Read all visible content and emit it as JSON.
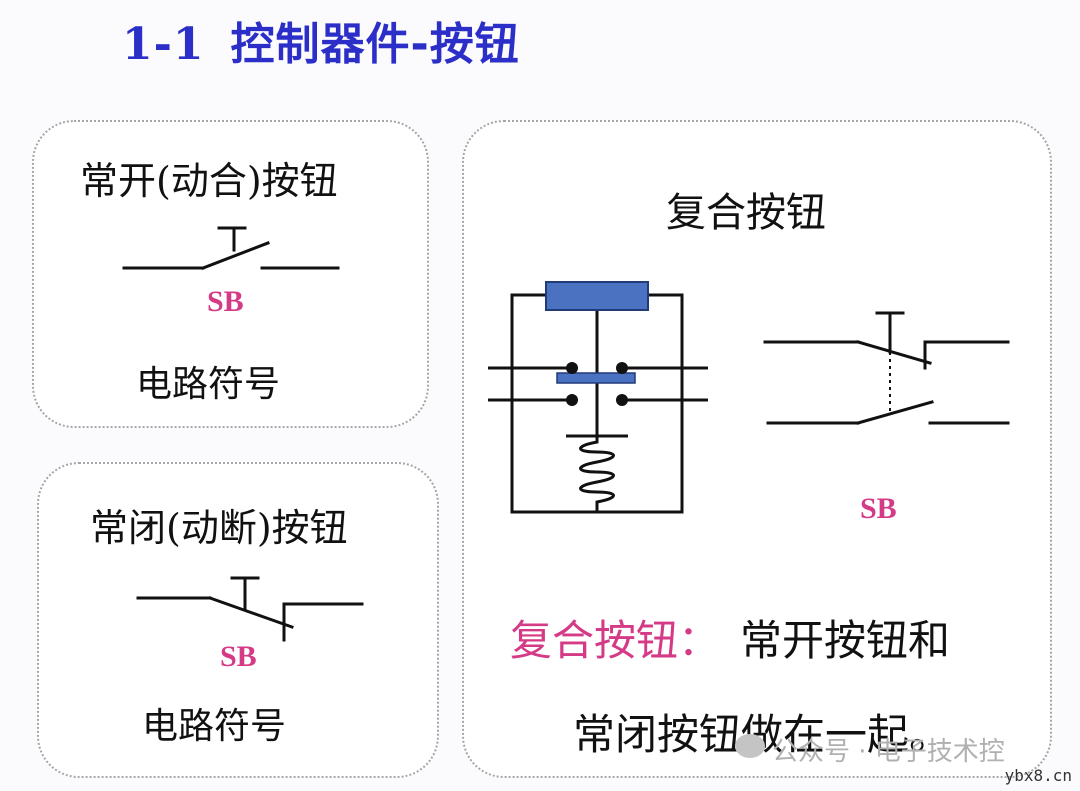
{
  "title": {
    "number": "1-1",
    "text": "控制器件-按钮"
  },
  "no_button": {
    "heading": "常开(动合)按钮",
    "label": "SB",
    "caption": "电路符号"
  },
  "nc_button": {
    "heading": "常闭(动断)按钮",
    "label": "SB",
    "caption": "电路符号"
  },
  "compound_button": {
    "heading": "复合按钮",
    "label": "SB",
    "desc_highlight": "复合按钮：",
    "desc_line1": "常开按钮和",
    "desc_line2": "常闭按钮做在一起。"
  },
  "watermark": {
    "text": "公众号 · 电子技术控",
    "site": "ybx8.cn"
  },
  "colors": {
    "title": "#2c2ec8",
    "highlight": "#d43a86",
    "actuator": "#4a72c0"
  }
}
